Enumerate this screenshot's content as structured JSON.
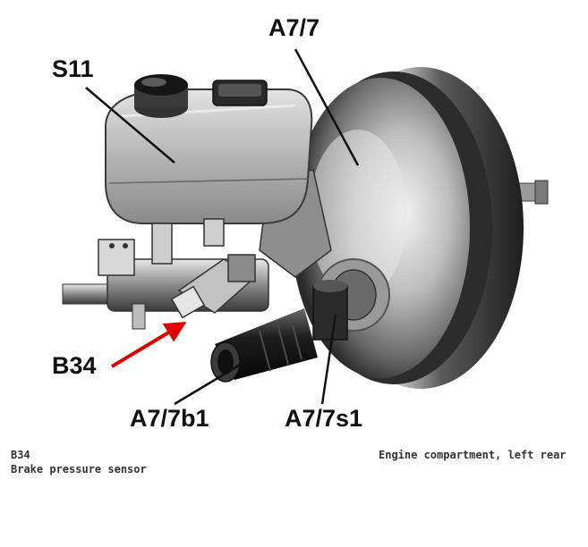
{
  "callouts": {
    "booster": "A7/7",
    "reservoir": "S11",
    "sensor": "B34",
    "booster_b1": "A7/7b1",
    "booster_s1": "A7/7s1"
  },
  "caption": {
    "component_code": "B34",
    "component_name": "Brake pressure sensor",
    "location": "Engine compartment, left rear"
  },
  "colors": {
    "highlight_arrow": "#e00000",
    "leader_lines": "#111111"
  }
}
